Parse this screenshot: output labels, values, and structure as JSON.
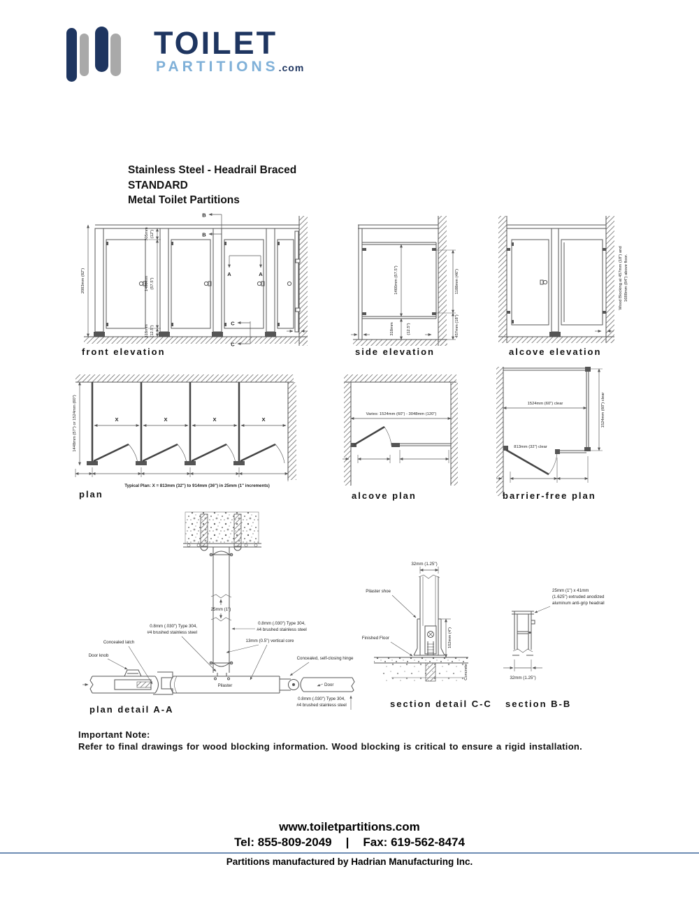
{
  "logo": {
    "brand_top": "TOILET",
    "brand_bottom": "PARTITIONS",
    "brand_tld": ".com",
    "navy": "#1e3560",
    "gray": "#a9a9a9",
    "light_blue": "#7fb0d8"
  },
  "title": {
    "line1": "Stainless Steel - Headrail Braced",
    "line2": "STANDARD",
    "line3": "Metal Toilet Partitions"
  },
  "front_elevation": {
    "label": "front elevation",
    "overall_height": "2083mm (82\")",
    "seg1_mm": "305mm",
    "seg1_in": "(12\")",
    "seg2_mm": "1460mm",
    "seg2_in": "(57.5\")",
    "seg3_mm": "318mm",
    "seg3_in": "(12.5\")",
    "marker_a": "A",
    "marker_b": "B",
    "marker_c": "C"
  },
  "side_elevation": {
    "label": "side elevation",
    "panel_height": "1460mm (57.5\")",
    "floor_mm": "318mm",
    "floor_in": "(12.5\")",
    "blocking_upper": "1188mm (46\")",
    "blocking_lower": "457mm (18\")"
  },
  "alcove_elevation": {
    "label": "alcove elevation",
    "note_line1": "Wood Blocking at 457mm (18\") and",
    "note_line2": "1688mm (84\") above floor."
  },
  "plan": {
    "label": "plan",
    "depth": "1448mm (57\") or 1524mm (60\")",
    "stall_width": "X",
    "note": "Typical Plan:   X = 813mm (32\") to 914mm (36\") in 25mm (1\" increments)"
  },
  "alcove_plan": {
    "label": "alcove plan",
    "varies": "Varies: 1524mm (60\") - 3048mm (120\")"
  },
  "barrier_free_plan": {
    "label": "barrier-free plan",
    "width_clear": "1524mm (60\") clear",
    "depth_clear": "1524mm (60\") clear",
    "door_clear": "813mm (32\") clear"
  },
  "plan_detail": {
    "label": "plan detail A-A",
    "tube_dim": "25mm (1\")",
    "steel_line1": "0.8mm (.030\") Type 304,",
    "steel_line2": "#4 brushed stainless steel",
    "core_note": "13mm (0.5\") vertical core",
    "latch": "Concealed latch",
    "knob": "Door knob",
    "hinge": "Concealed, self-closing hinge",
    "pilaster": "Pilaster",
    "door": "Door"
  },
  "section_cc": {
    "label": "section detail C-C",
    "width_dim": "32mm (1.25\")",
    "height_dim": "102mm (4\")",
    "shoe": "Pilaster shoe",
    "floor": "Finished Floor",
    "concrete": "Concrete"
  },
  "section_bb": {
    "label": "section B-B",
    "note_line1": "25mm (1\") x 41mm",
    "note_line2": "(1.625\") extruded anodized",
    "note_line3": "aluminum anti-grip headrail",
    "width_dim": "32mm (1.25\")"
  },
  "important_note": {
    "heading": "Important Note:",
    "body": "Refer to final drawings for wood blocking information. Wood blocking is critical to ensure a rigid installation."
  },
  "footer": {
    "website": "www.toiletpartitions.com",
    "phone": "Tel: 855-809-2049",
    "separator": "|",
    "fax": "Fax: 619-562-8474",
    "manufacturer": "Partitions manufactured by Hadrian Manufacturing Inc."
  }
}
